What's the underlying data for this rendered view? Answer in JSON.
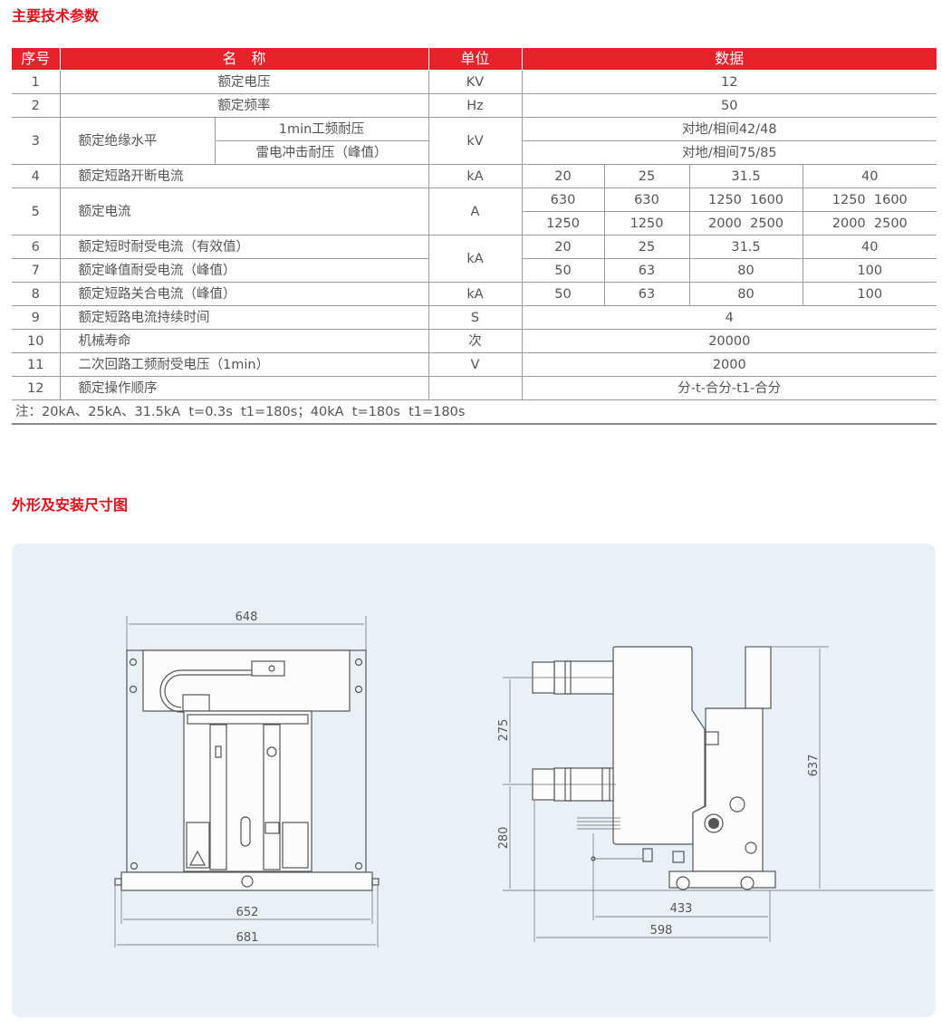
{
  "section1_title": "主要技术参数",
  "section2_title": "外形及安装尺寸图",
  "table": {
    "headers": {
      "seq": "序号",
      "name": "名　称",
      "unit": "单位",
      "data": "数据"
    },
    "rows": {
      "r1": {
        "seq": "1",
        "name": "额定电压",
        "unit": "KV",
        "value": "12"
      },
      "r2": {
        "seq": "2",
        "name": "额定频率",
        "unit": "Hz",
        "value": "50"
      },
      "r3": {
        "seq": "3",
        "name": "额定绝缘水平",
        "sub1": "1min工频耐压",
        "sub2": "雷电冲击耐压（峰值）",
        "unit": "kV",
        "value1": "对地/相间42/48",
        "value2": "对地/相间75/85"
      },
      "r4": {
        "seq": "4",
        "name": "额定短路开断电流",
        "unit": "kA",
        "values": [
          "20",
          "25",
          "31.5",
          "40"
        ]
      },
      "r5": {
        "seq": "5",
        "name": "额定电流",
        "unit": "A",
        "values1": [
          "630",
          "630",
          "1250  1600",
          "1250  1600"
        ],
        "values2": [
          "1250",
          "1250",
          "2000  2500",
          "2000  2500"
        ]
      },
      "r6": {
        "seq": "6",
        "name": "额定短时耐受电流（有效值）",
        "unit": "kA",
        "values": [
          "20",
          "25",
          "31.5",
          "40"
        ]
      },
      "r7": {
        "seq": "7",
        "name": "额定峰值耐受电流（峰值）",
        "values": [
          "50",
          "63",
          "80",
          "100"
        ]
      },
      "r8": {
        "seq": "8",
        "name": "额定短路关合电流（峰值）",
        "unit": "kA",
        "values": [
          "50",
          "63",
          "80",
          "100"
        ]
      },
      "r9": {
        "seq": "9",
        "name": "额定短路电流持续时间",
        "unit": "S",
        "value": "4"
      },
      "r10": {
        "seq": "10",
        "name": "机械寿命",
        "unit": "次",
        "value": "20000"
      },
      "r11": {
        "seq": "11",
        "name": "二次回路工频耐受电压（1min）",
        "unit": "V",
        "value": "2000"
      },
      "r12": {
        "seq": "12",
        "name": "额定操作顺序",
        "unit": "",
        "value": "分-t-合分-t1-合分"
      }
    },
    "note": "注：20kA、25kA、31.5kA  t=0.3s  t1=180s；40kA  t=180s  t1=180s"
  },
  "drawing": {
    "front": {
      "dim_top": "648",
      "dim_base": "652",
      "dim_overall": "681"
    },
    "side": {
      "dim_upper": "275",
      "dim_lower": "280",
      "dim_height": "637",
      "dim_depth_inner": "433",
      "dim_depth_overall": "598"
    }
  },
  "colors": {
    "accent": "#e8222b",
    "title": "#e3101b",
    "panel_bg": "#e9f1f7"
  }
}
